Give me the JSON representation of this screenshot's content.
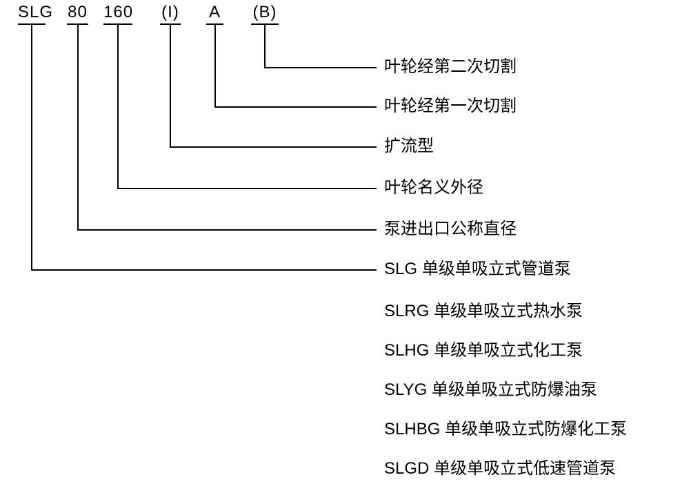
{
  "model_code": {
    "segments": [
      {
        "text": "SLG"
      },
      {
        "text": "80"
      },
      {
        "text": "160"
      },
      {
        "text": "(I)"
      },
      {
        "text": "A"
      },
      {
        "text": "(B)"
      }
    ]
  },
  "callouts": [
    {
      "text": "叶轮经第二次切割",
      "for_segment": "(B)"
    },
    {
      "text": "叶轮经第一次切割",
      "for_segment": "A"
    },
    {
      "text": "扩流型",
      "for_segment": "(I)"
    },
    {
      "text": "叶轮名义外径",
      "for_segment": "160"
    },
    {
      "text": "泵进出口公称直径",
      "for_segment": "80"
    },
    {
      "text": "SLG 单级单吸立式管道泵",
      "for_segment": "SLG"
    }
  ],
  "model_series": [
    {
      "text": "SLRG 单级单吸立式热水泵"
    },
    {
      "text": "SLHG 单级单吸立式化工泵"
    },
    {
      "text": "SLYG 单级单吸立式防爆油泵"
    },
    {
      "text": "SLHBG 单级单吸立式防爆化工泵"
    },
    {
      "text": "SLGD 单级单吸立式低速管道泵"
    }
  ],
  "colors": {
    "line": "#000000",
    "text": "#000000",
    "background": "#ffffff"
  }
}
